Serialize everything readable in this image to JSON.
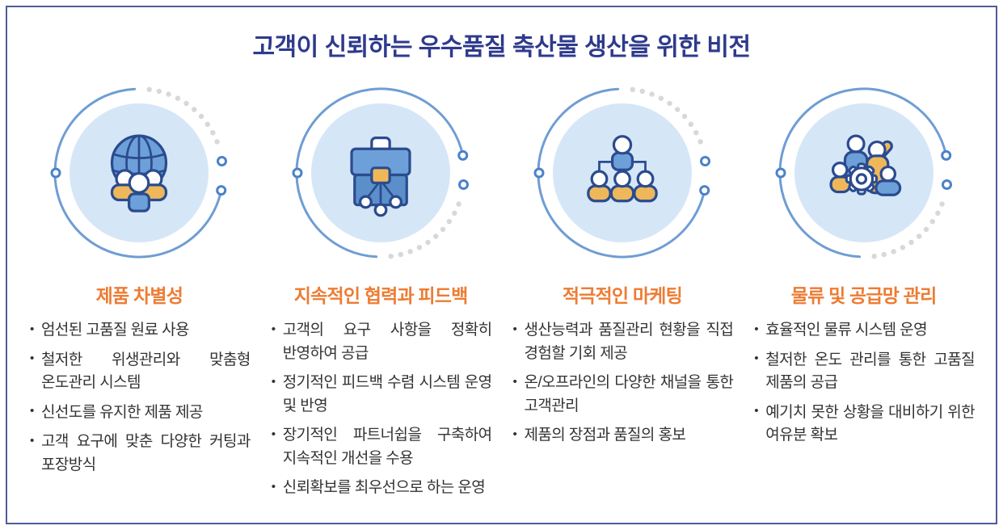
{
  "title": "고객이 신뢰하는 우수품질 축산물 생산을 위한 비전",
  "colors": {
    "title_navy": "#2e3a8c",
    "accent_orange": "#ed7c33",
    "frame_border": "#4d5c9c",
    "icon_blue": "#6da0d8",
    "icon_navy_stroke": "#2b4b8f",
    "icon_yellow": "#eeb85a",
    "icon_circle_bg": "#d5e6f7",
    "ring_blue": "#6f9dd3",
    "dot_gray": "#d8d8d8",
    "body_text": "#333333"
  },
  "columns": [
    {
      "icon": "globe-people",
      "ring_dots_position": "top-right",
      "heading": "제품 차별성",
      "bullets": [
        "엄선된 고품질 원료 사용",
        "철저한 위생관리와 맞춤형 온도관리 시스템",
        "신선도를 유지한 제품 제공",
        "고객 요구에 맞춘 다양한 커팅과 포장방식"
      ]
    },
    {
      "icon": "briefcase-network",
      "ring_dots_position": "bottom-right",
      "heading": "지속적인 협력과 피드백",
      "bullets": [
        "고객의 요구 사항을 정확히 반영하여 공급",
        "정기적인 피드백 수렴 시스템 운영 및 반영",
        "장기적인 파트너쉽을 구축하여 지속적인 개선을 수용",
        "신뢰확보를 최우선으로 하는 운영"
      ]
    },
    {
      "icon": "org-chart",
      "ring_dots_position": "top-right",
      "heading": "적극적인 마케팅",
      "bullets": [
        "생산능력과 품질관리 현황을 직접 경험할 기회 제공",
        "온/오프라인의 다양한 채널을 통한 고객관리",
        "제품의 장점과 품질의 홍보"
      ]
    },
    {
      "icon": "team-gear",
      "ring_dots_position": "bottom-right",
      "heading": "물류 및 공급망 관리",
      "bullets": [
        "효율적인 물류 시스템 운영",
        "철저한 온도 관리를 통한 고품질 제품의 공급",
        "예기치 못한 상황을 대비하기 위한 여유분 확보"
      ]
    }
  ]
}
